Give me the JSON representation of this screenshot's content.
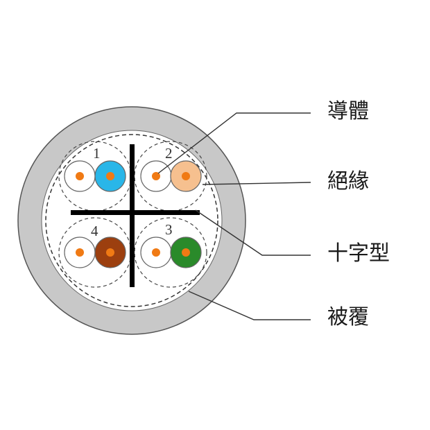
{
  "callouts": {
    "conductor": "導體",
    "insulation": "絕緣",
    "cross_filler": "十字型",
    "jacket": "被覆"
  },
  "pairs": [
    {
      "number": "1",
      "core_color": "#29b6e8"
    },
    {
      "number": "2",
      "core_color": "#f6c08f"
    },
    {
      "number": "3",
      "core_color": "#2a8a2a"
    },
    {
      "number": "4",
      "core_color": "#9c3f0f"
    }
  ],
  "colors": {
    "jacket": "#c8c8c8",
    "conductor": "#f07a14",
    "white_insulation": "#ffffff",
    "cross_filler": "#000000",
    "outline": "#555555",
    "leader_line": "#333333"
  }
}
